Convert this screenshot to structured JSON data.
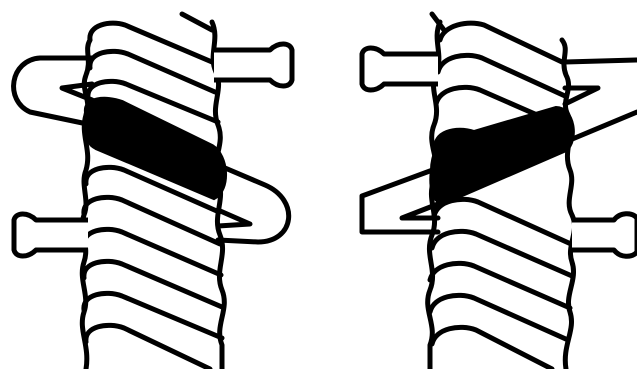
{
  "illustration": {
    "subject": "whipping-binding-on-rope",
    "panels": [
      {
        "id": "left",
        "binding_color": "#000000"
      },
      {
        "id": "right",
        "binding_color": "#000000"
      }
    ],
    "colors": {
      "line": "#000000",
      "background": "#ffffff"
    }
  }
}
